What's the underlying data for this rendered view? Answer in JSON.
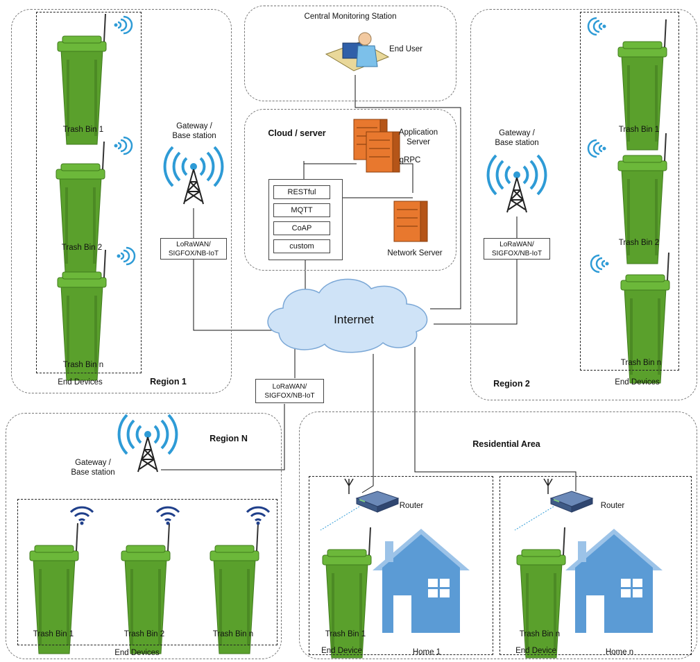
{
  "regions": {
    "region1": {
      "title": "Region 1",
      "group_label": "End Devices",
      "bins": [
        "Trash Bin 1",
        "Trash Bin 2",
        "Trash Bin n"
      ],
      "gateway": "Gateway /\nBase station",
      "protocol": "LoRaWAN/\nSIGFOX/NB-IoT"
    },
    "region2": {
      "title": "Region 2",
      "group_label": "End Devices",
      "bins": [
        "Trash Bin 1",
        "Trash Bin 2",
        "Trash Bin n"
      ],
      "gateway": "Gateway /\nBase station",
      "protocol": "LoRaWAN/\nSIGFOX/NB-IoT"
    },
    "regionN": {
      "title": "Region N",
      "group_label": "End Devices",
      "bins": [
        "Trash Bin 1",
        "Trash Bin 2",
        "Trash Bin n"
      ],
      "gateway": "Gateway /\nBase station",
      "protocol": "LoRaWAN/\nSIGFOX/NB-IoT"
    }
  },
  "central": {
    "title": "Central Monitoring Station",
    "user": "End User"
  },
  "cloud": {
    "title": "Cloud / server",
    "app_server": "Application\nServer",
    "grpc": "gRPC",
    "network_server": "Network Server",
    "protocols": [
      "RESTful",
      "MQTT",
      "CoAP",
      "custom"
    ]
  },
  "internet": "Internet",
  "residential": {
    "title": "Residential Area",
    "homes": [
      {
        "router": "Router",
        "bin": "Trash Bin 1",
        "device": "End Device",
        "home": "Home 1"
      },
      {
        "router": "Router",
        "bin": "Trash Bin n",
        "device": "End Device",
        "home": "Home n"
      }
    ]
  },
  "colors": {
    "bin_green": "#5aa02c",
    "wifi_blue": "#2e9bd6",
    "wifi_dark": "#1f3f8a",
    "house_blue": "#5b9bd5",
    "server_orange": "#e8782e"
  }
}
